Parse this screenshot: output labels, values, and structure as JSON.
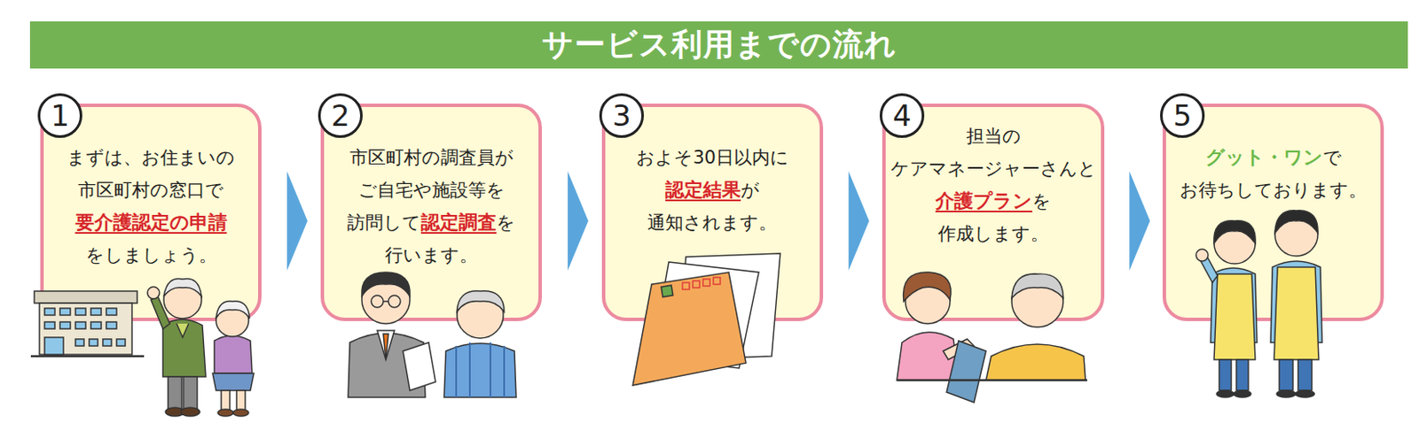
{
  "diagram": {
    "title": "サービス利用までの流れ",
    "nodes": [
      {
        "text": [
          "1",
          "まずは、お住まいの 市区町村の窓口で",
          "要介護認定の申請",
          "をしましょう。"
        ]
      },
      {
        "text": [
          "2",
          "市区町村の調査員が ご自宅や施設等を 訪問して",
          "認定調査",
          "を 行います。"
        ]
      },
      {
        "text": [
          "3",
          "およそ30日以内に",
          "認定結果",
          "が 通知されます。"
        ]
      },
      {
        "text": [
          "4",
          "担当の ケアマネージャーさんと",
          "介護プラン",
          "を 作成します。"
        ]
      },
      {
        "text": [
          "5",
          "グット・ワン",
          "で お待ちしております。"
        ]
      }
    ],
    "edges": [
      {
        "from": 0,
        "to": 1,
        "arrow": "to"
      },
      {
        "from": 1,
        "to": 2,
        "arrow": "to"
      },
      {
        "from": 2,
        "to": 3,
        "arrow": "to"
      },
      {
        "from": 3,
        "to": 4,
        "arrow": "to"
      }
    ]
  }
}
